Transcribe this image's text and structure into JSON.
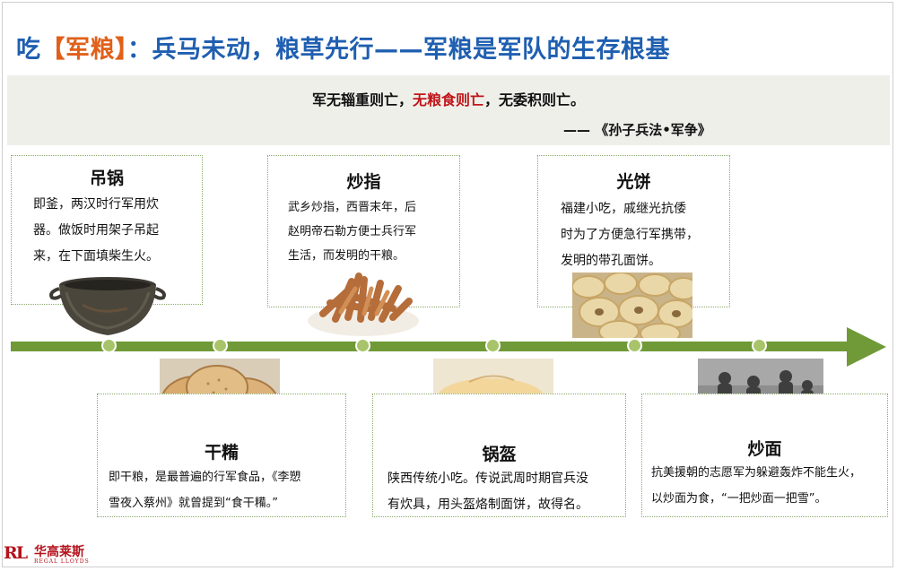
{
  "title": {
    "prefix": "吃",
    "bracket": "【军粮】",
    "rest": "：兵马未动，粮草先行——军粮是军队的生存根基"
  },
  "quote": {
    "part1": "军无辎重则亡，",
    "highlight": "无粮食则亡",
    "part2": "，无委积则亡。",
    "source": "—— 《孙子兵法•军争》"
  },
  "items": [
    {
      "title": "吊锅",
      "lines": [
        "即釜，两汉时行军用炊",
        "器。做饭时用架子吊起",
        "来，在下面填柴生火。"
      ]
    },
    {
      "title": "干糒",
      "lines": [
        "即干粮，是最普遍的行军食品，《李愬",
        "雪夜入蔡州》就曾提到“食干糒。”"
      ]
    },
    {
      "title": "炒指",
      "lines": [
        "武乡炒指，西晋末年，后",
        "赵明帝石勒方便士兵行军",
        "生活，而发明的干粮。"
      ]
    },
    {
      "title": "锅盔",
      "lines": [
        "陕西传统小吃。传说武周时期官兵没",
        "有炊具，用头盔烙制面饼，故得名。"
      ]
    },
    {
      "title": "光饼",
      "lines": [
        "福建小吃，戚继光抗倭",
        "时为了方便急行军携带，",
        "发明的带孔面饼。"
      ]
    },
    {
      "title": "炒面",
      "lines": [
        "抗美援朝的志愿军为躲避轰炸不能生火，",
        "以炒面为食，“一把炒面一把雪”。"
      ]
    }
  ],
  "logo": {
    "mark": "RL",
    "cn": "华高莱斯",
    "en": "REGAL LLOYDS"
  },
  "colors": {
    "title_blue": "#1f5fb0",
    "title_orange": "#e0601a",
    "quote_red": "#c0161b",
    "timeline_green": "#6f9a37",
    "dot_green": "#a8c46a",
    "band_bg": "#eeefe9",
    "logo_red": "#b5121b"
  }
}
